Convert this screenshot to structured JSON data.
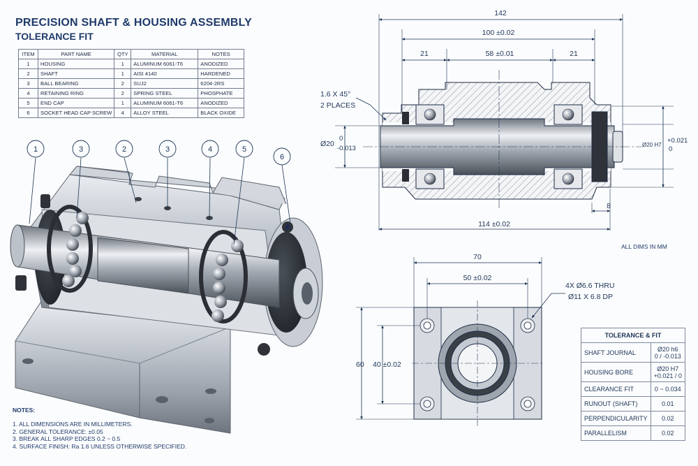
{
  "title": "PRECISION SHAFT & HOUSING ASSEMBLY",
  "subtitle": "TOLERANCE FIT",
  "bom": {
    "headers": [
      "ITEM",
      "PART NAME",
      "QTY",
      "MATERIAL",
      "NOTES"
    ],
    "rows": [
      [
        "1",
        "HOUSING",
        "1",
        "ALUMINUM 6061-T6",
        "ANODIZED"
      ],
      [
        "2",
        "SHAFT",
        "1",
        "AISI 4140",
        "HARDENED"
      ],
      [
        "3",
        "BALL BEARING",
        "2",
        "SUJ2",
        "6204-2RS"
      ],
      [
        "4",
        "RETAINING RING",
        "2",
        "SPRING STEEL",
        "PHOSPHATE"
      ],
      [
        "5",
        "END CAP",
        "1",
        "ALUMINUM 6061-T6",
        "ANODIZED"
      ],
      [
        "6",
        "SOCKET HEAD CAP SCREW",
        "4",
        "ALLOY STEEL",
        "BLACK OXIDE"
      ]
    ]
  },
  "balloons": [
    "1",
    "3",
    "2",
    "3",
    "4",
    "5",
    "6"
  ],
  "section_view": {
    "dim_overall": "142",
    "dim_bearing_span": "100 ±0.02",
    "dim_left_seat": "21",
    "dim_center": "58 ±0.01",
    "dim_right_seat": "21",
    "chamfer_line1": "1.6 X 45°",
    "chamfer_line2": "2 PLACES",
    "shaft_dia": "Ø20",
    "shaft_tol_upper": "0",
    "shaft_tol_lower": "-0.013",
    "bore_dia": "Ø20 H7",
    "bore_tol_upper": "+0.021",
    "bore_tol_lower": "0",
    "dim_base": "114 ±0.02",
    "dim_step": "8"
  },
  "all_dims": "ALL DIMS IN MM",
  "end_view": {
    "width": "70",
    "hole_spacing_x": "50 ±0.02",
    "height": "60",
    "hole_spacing_y": "40 ±0.02",
    "hole_note_line1": "4X Ø6.6 THRU",
    "hole_note_line2": "Ø11 X 6.8 DP"
  },
  "tolerance_table": {
    "title": "TOLERANCE & FIT",
    "rows": [
      {
        "label": "SHAFT JOURNAL",
        "value1": "Ø20 h6",
        "value2": "0 / -0.013"
      },
      {
        "label": "HOUSING BORE",
        "value1": "Ø20 H7",
        "value2": "+0.021 / 0"
      },
      {
        "label": "CLEARANCE FIT",
        "value1": "0 ~ 0.034",
        "value2": ""
      },
      {
        "label": "RUNOUT (SHAFT)",
        "value1": "0.01",
        "value2": ""
      },
      {
        "label": "PERPENDICULARITY",
        "value1": "0.02",
        "value2": ""
      },
      {
        "label": "PARALLELISM",
        "value1": "0.02",
        "value2": ""
      }
    ]
  },
  "notes": {
    "title": "NOTES:",
    "items": [
      "1.  ALL DIMENSIONS ARE IN MILLIMETERS.",
      "2.  GENERAL TOLERANCE: ±0.05",
      "3.  BREAK ALL SHARP EDGES 0.2 ~ 0.5",
      "4.  SURFACE FINISH: Ra 1.6 UNLESS OTHERWISE SPECIFIED."
    ]
  },
  "colors": {
    "title": "#1f3a6b",
    "dimension": "#1d3557",
    "metal_light": "#c9ced6",
    "metal_dark": "#3a3f47"
  }
}
